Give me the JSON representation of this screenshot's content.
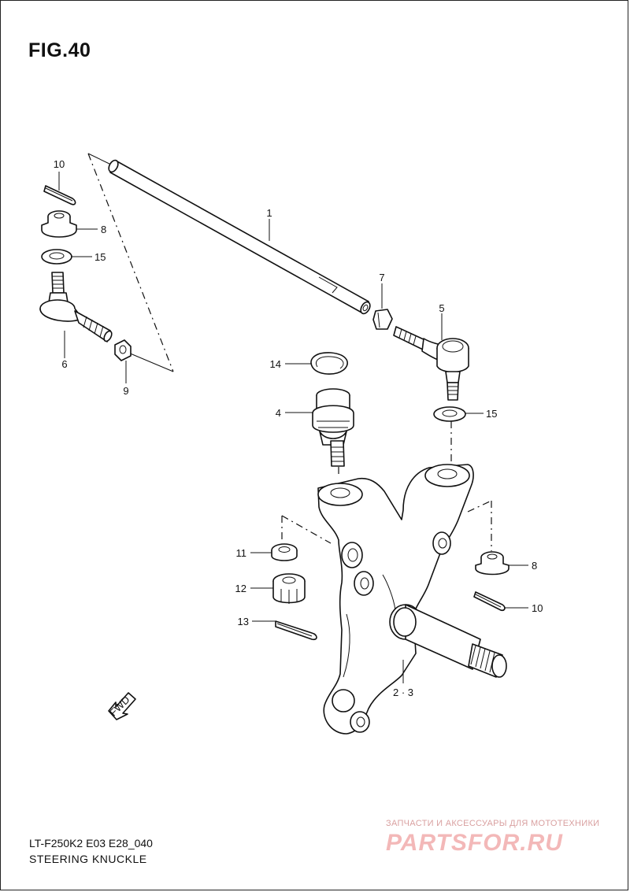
{
  "figure": {
    "title": "FIG.40"
  },
  "footer": {
    "model_code": "LT-F250K2 E03 E28_040",
    "section_name": "STEERING KNUCKLE"
  },
  "fwd_label": "FWD",
  "callouts": {
    "c1": "1",
    "c2_3": "2 · 3",
    "c4": "4",
    "c5": "5",
    "c6": "6",
    "c7": "7",
    "c8_left": "8",
    "c8_right": "8",
    "c9": "9",
    "c10_left": "10",
    "c10_right": "10",
    "c11": "11",
    "c12": "12",
    "c13": "13",
    "c14": "14",
    "c15_left": "15",
    "c15_right": "15"
  },
  "watermark": {
    "tagline": "ЗАПЧАСТИ И АКСЕССУАРЫ ДЛЯ МОТОТЕХНИКИ",
    "brand": "PARTSFOR.RU"
  },
  "colors": {
    "line": "#111111",
    "background": "#ffffff",
    "watermark": "#f3b8b8"
  }
}
